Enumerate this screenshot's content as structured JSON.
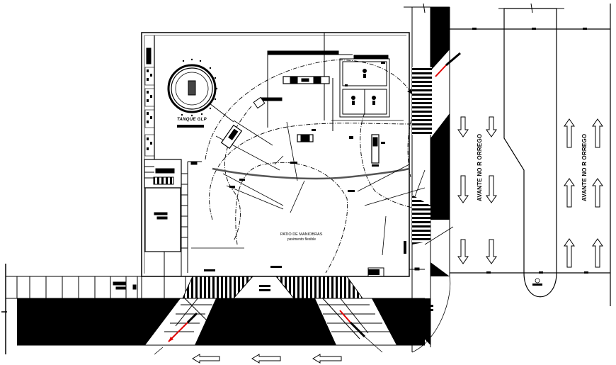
{
  "drawing": {
    "type": "architectural site plan",
    "labels": {
      "tank": "TANQUE GLP",
      "patio_title": "PATIO DE MANIOBRAS",
      "patio_subtitle": "pavimento flexible",
      "street_left": "AVANTE NO R ORREGO",
      "street_right": "AVANTE NO R ORREGO"
    },
    "colors": {
      "line": "#000000",
      "background": "#ffffff",
      "access_arrow": "#e00000",
      "road_fill": "#000000"
    },
    "traffic_arrows": {
      "bottom_road": [
        "left",
        "left",
        "left"
      ],
      "avenue_left_lane": [
        "down",
        "down",
        "down",
        "down",
        "down",
        "down"
      ],
      "avenue_right_lane": [
        "up",
        "up",
        "up",
        "up",
        "up",
        "up"
      ]
    },
    "elements": [
      "site-boundary",
      "glp-tank",
      "dispenser-islands",
      "canopy",
      "office-building",
      "turning-paths",
      "pedestrian-crossings",
      "sidewalk",
      "median"
    ]
  }
}
